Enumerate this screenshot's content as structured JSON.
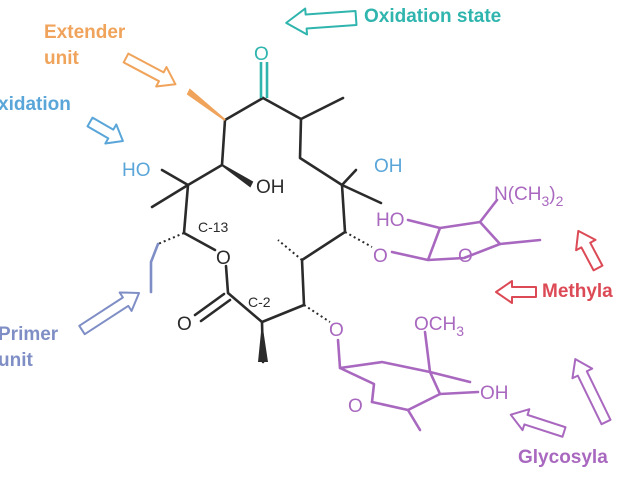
{
  "colors": {
    "bond": "#2b2b2b",
    "extender": "#f0a35a",
    "oxidation": "#5aa6d9",
    "oxidation_state": "#2fb5ae",
    "primer": "#7f8fc6",
    "sugar": "#a968bf",
    "methyl": "#dc4a56",
    "ketone": "#5aa6d9",
    "hydroxyl": "#5aa6d9"
  },
  "labels": {
    "extender_line1": "Extender",
    "extender_line2": "unit",
    "oxidation": "xidation",
    "oxidation_state": "Oxidation state",
    "primer_line1": "Primer",
    "primer_line2": "unit",
    "methylation": "Methyla",
    "glycosylation": "Glycosyla"
  },
  "atoms": {
    "ketone_o": "O",
    "ho_13": "HO",
    "oh_12": "OH",
    "oh_6": "OH",
    "c13": "C-13",
    "c2": "C-2",
    "ring_o": "O",
    "lactone_o": "O",
    "desosamine_ho": "HO",
    "desosamine_n": "N(CH",
    "desosamine_n_sub": "3",
    "desosamine_n_close": ")",
    "desosamine_n_sub2": "2",
    "desosamine_link_o": "O",
    "desosamine_ring_o": "O",
    "cladinose_link_o": "O",
    "cladinose_ring_o": "O",
    "cladinose_och3": "OCH",
    "cladinose_och3_sub": "3",
    "cladinose_oh": "OH"
  }
}
